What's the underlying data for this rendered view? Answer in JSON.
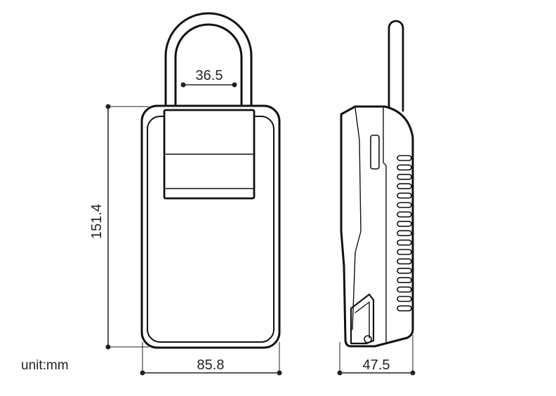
{
  "diagram": {
    "unit_label": "unit:mm",
    "dimensions": {
      "shackle_inner_width": "36.5",
      "total_height": "151.4",
      "body_width": "85.8",
      "body_depth": "47.5"
    },
    "colors": {
      "outline": "#111111",
      "dimension_line": "#222222",
      "fill": "#ffffff"
    }
  }
}
